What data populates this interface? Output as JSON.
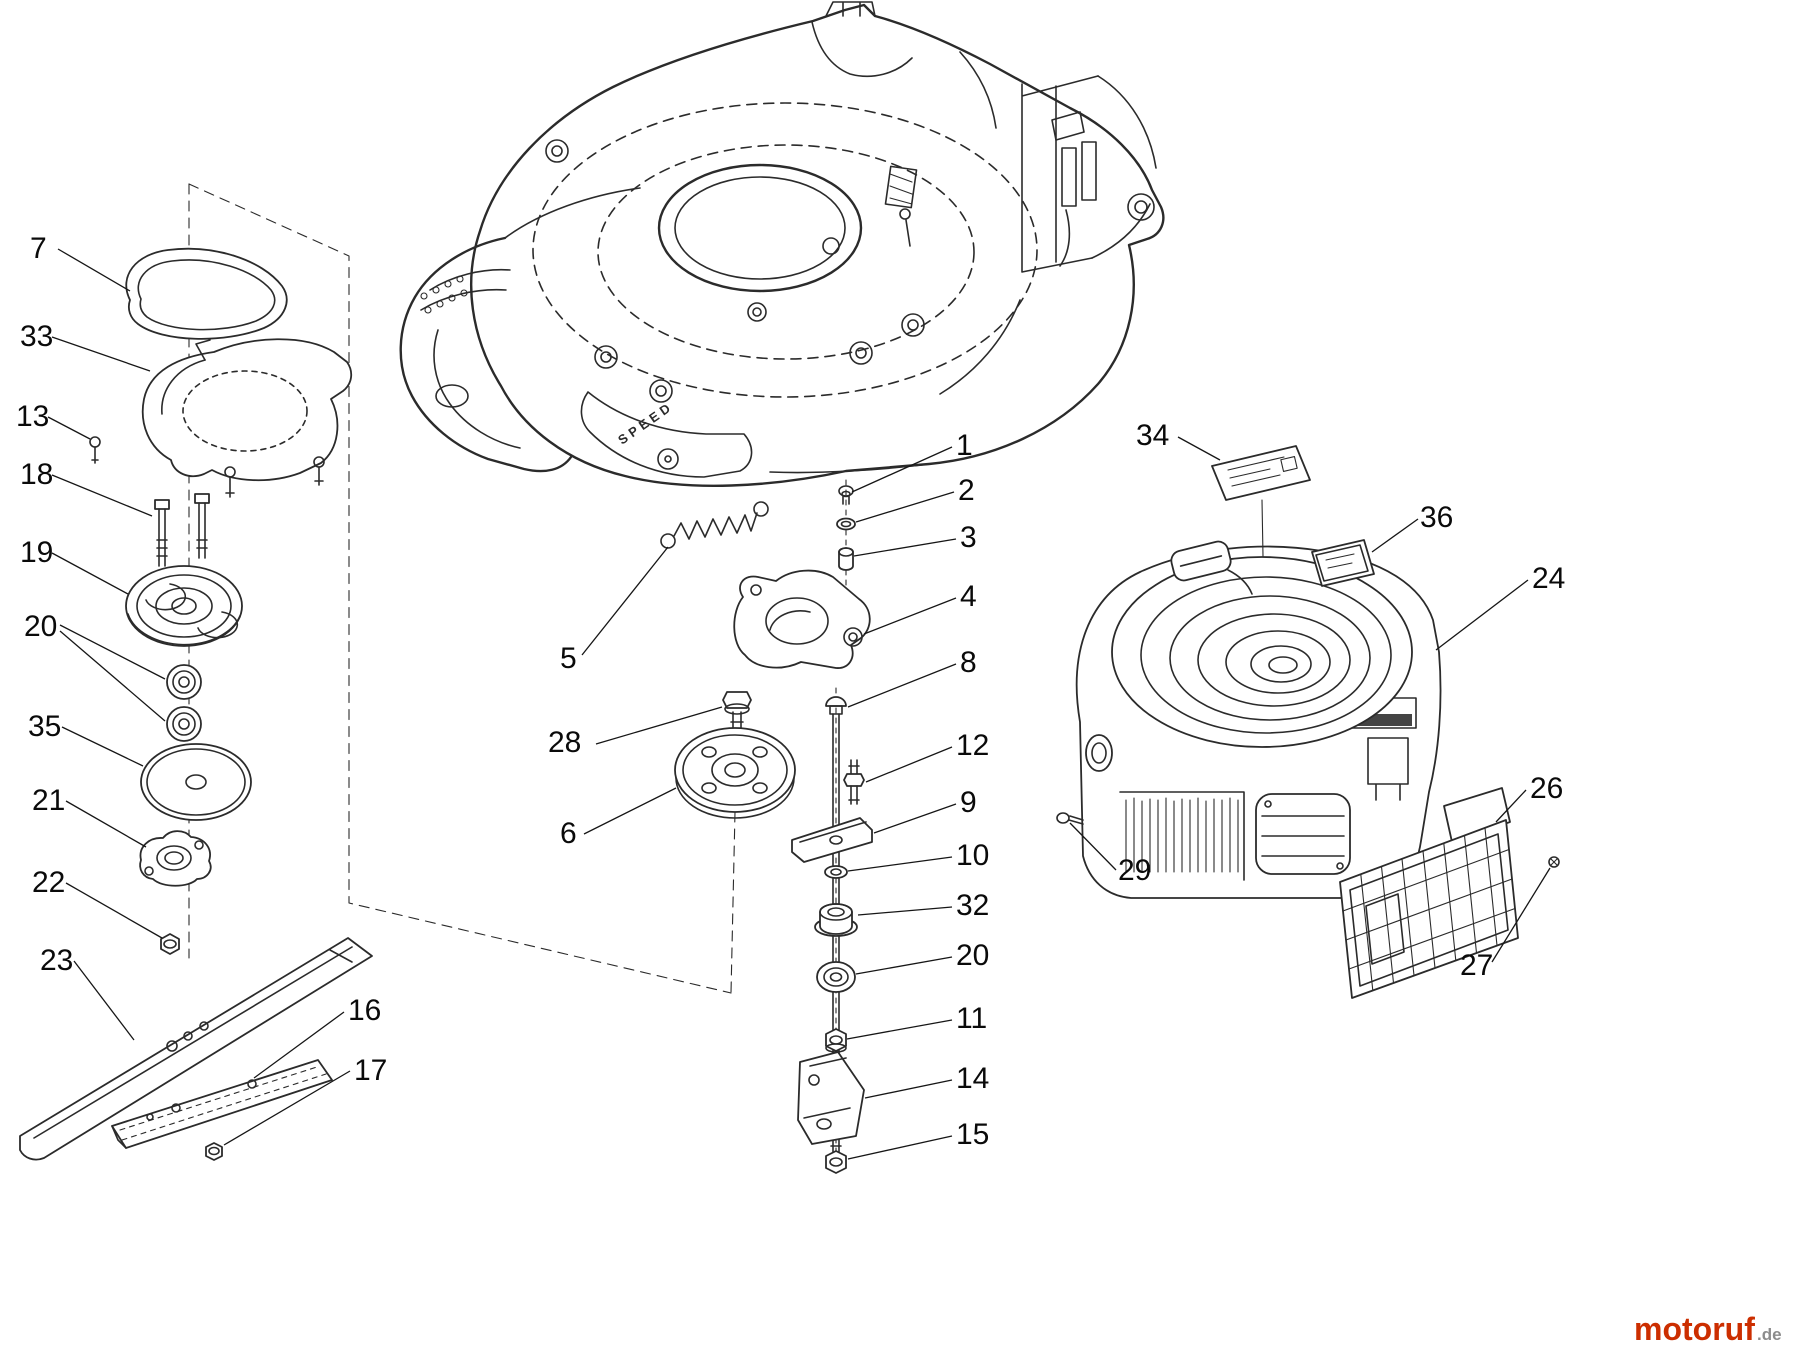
{
  "diagram": {
    "callouts": [
      "7",
      "33",
      "13",
      "18",
      "19",
      "20",
      "35",
      "21",
      "22",
      "23",
      "16",
      "17",
      "5",
      "28",
      "6",
      "1",
      "2",
      "3",
      "4",
      "8",
      "12",
      "9",
      "10",
      "32",
      "20",
      "11",
      "14",
      "15",
      "34",
      "36",
      "24",
      "26",
      "29",
      "27"
    ]
  },
  "deck": {
    "embossed_text": "SPEED"
  },
  "watermark": {
    "brand": "motoruf",
    "tld": ".de",
    "brand_color": "#cc2e00",
    "tld_color": "#8c8c8c"
  },
  "art": {
    "line_color": "#2b2b2b",
    "background": "#ffffff"
  }
}
